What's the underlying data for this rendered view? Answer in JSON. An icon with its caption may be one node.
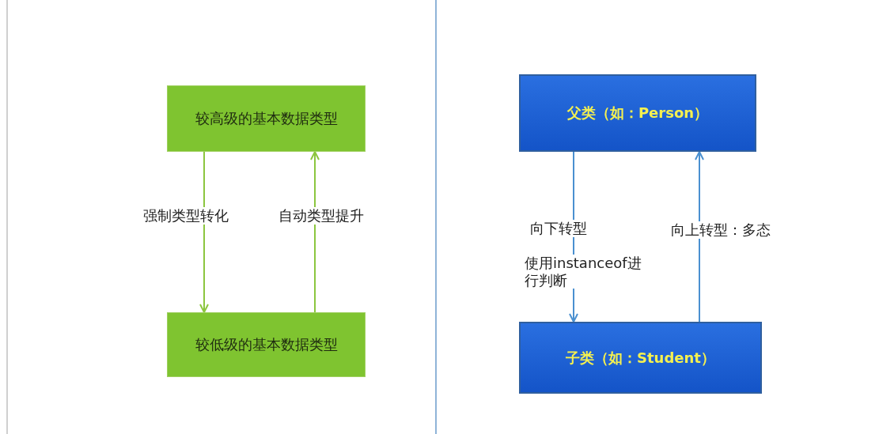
{
  "diagram": {
    "nodes": [
      {
        "text": [
          "较高级的基本数据类型"
        ]
      },
      {
        "text": [
          "较低级的基本数据类型"
        ]
      },
      {
        "text": [
          "父类（如：Person）"
        ]
      },
      {
        "text": [
          "子类（如：Student）"
        ]
      }
    ],
    "edges": [
      {
        "from": 0,
        "to": 1,
        "arrow": "to",
        "label": "强制类型转化",
        "color": "#8cc63f"
      },
      {
        "from": 1,
        "to": 0,
        "arrow": "to",
        "label": "自动类型提升",
        "color": "#8cc63f"
      },
      {
        "from": 2,
        "to": 3,
        "arrow": "to",
        "label": "向下转型",
        "color": "#4a90d0"
      },
      {
        "from": 3,
        "to": 2,
        "arrow": "to",
        "label": "向上转型：多态",
        "color": "#4a90d0"
      }
    ],
    "labels": [
      "使用instanceof进行判断"
    ]
  }
}
